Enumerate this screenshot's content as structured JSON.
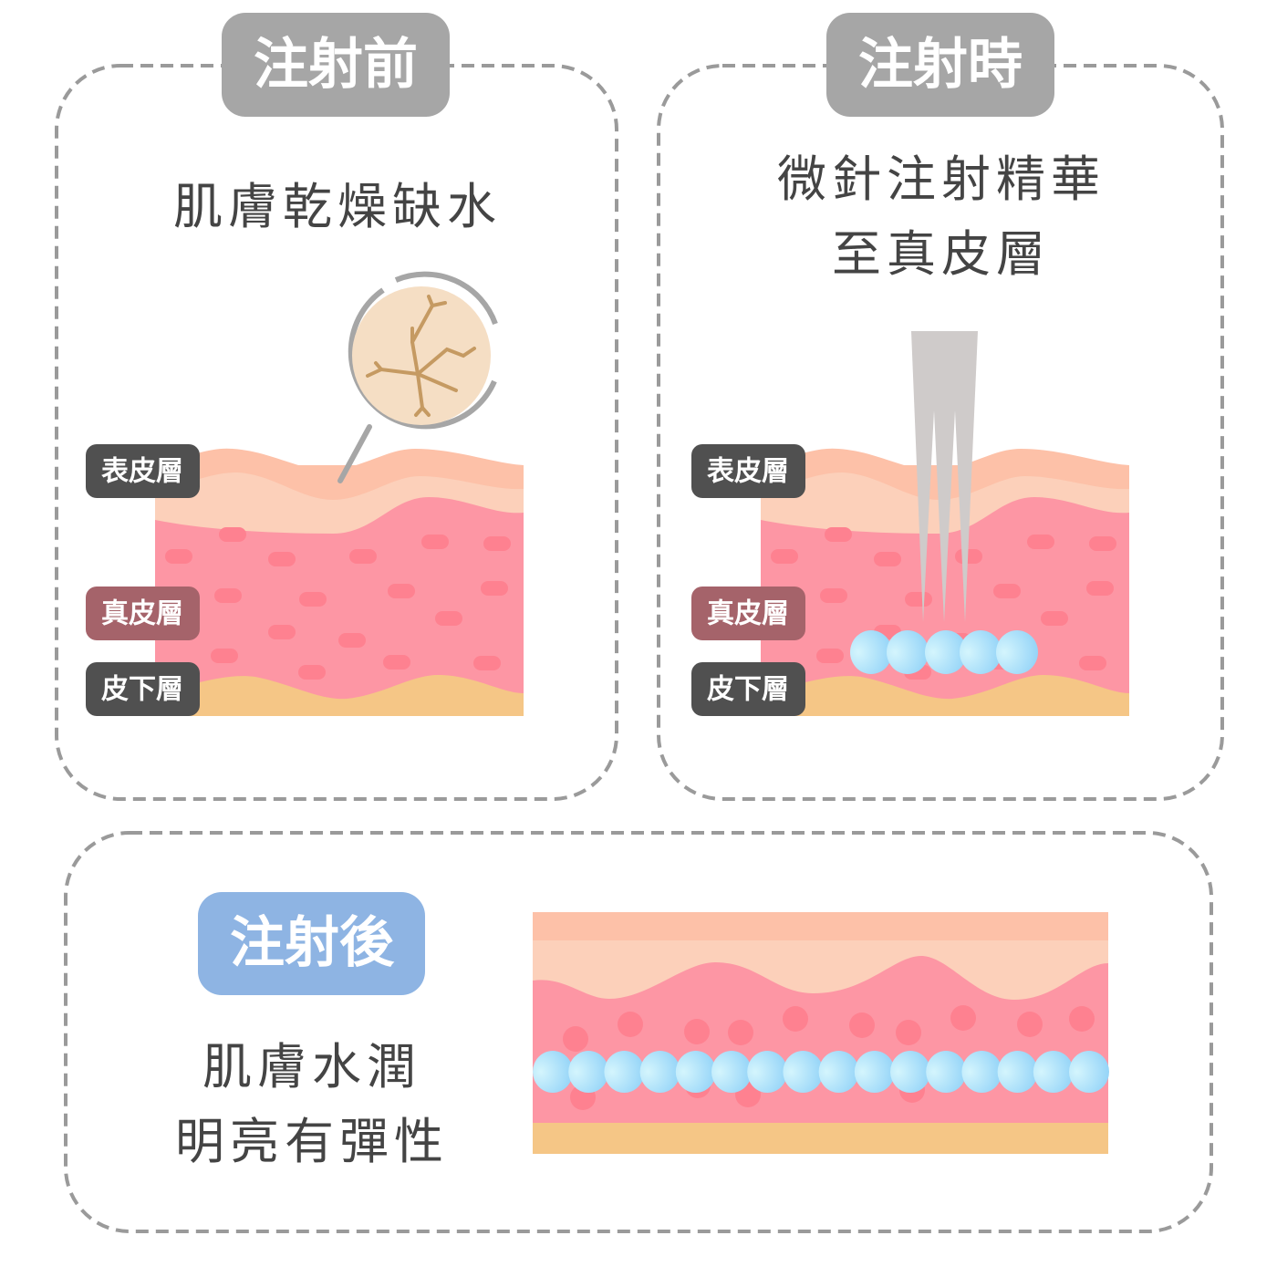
{
  "panels": {
    "before": {
      "tag": "注射前",
      "caption": "肌膚乾燥缺水"
    },
    "during": {
      "tag": "注射時",
      "caption_line1": "微針注射精華",
      "caption_line2": "至真皮層"
    },
    "after": {
      "tag": "注射後",
      "caption_line1": "肌膚水潤",
      "caption_line2": "明亮有彈性"
    }
  },
  "layer_labels": {
    "epidermis": "表皮層",
    "dermis": "真皮層",
    "subcutaneous": "皮下層"
  },
  "colors": {
    "tag_gray": "#A6A6A6",
    "tag_blue": "#8EB4E3",
    "label_dark": "#505050",
    "label_dermis": "#A5636A",
    "epidermis_outer": "#FDC1A8",
    "epidermis_inner": "#FCD0BA",
    "dermis": "#FD96A4",
    "dermis_cell": "#FE8190",
    "subcutaneous": "#F5C686"
  }
}
